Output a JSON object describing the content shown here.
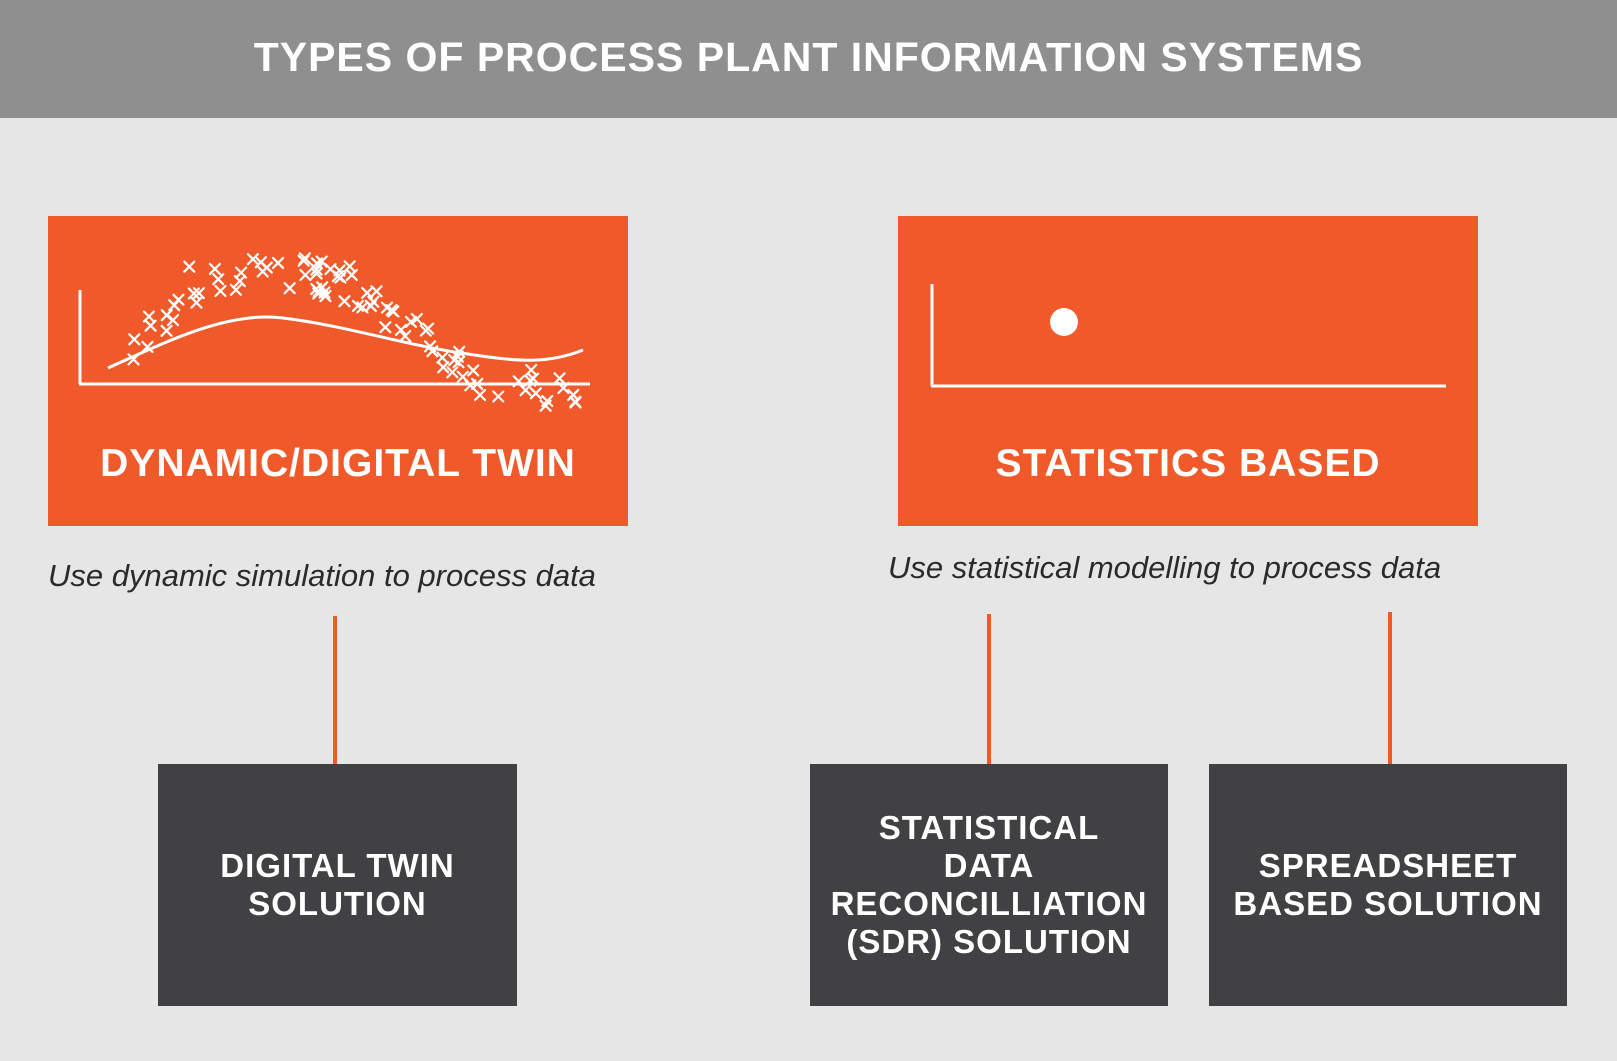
{
  "header": {
    "title": "TYPES OF PROCESS PLANT INFORMATION SYSTEMS"
  },
  "left_card": {
    "label": "DYNAMIC/DIGITAL TWIN",
    "caption": "Use dynamic simulation to process data"
  },
  "right_card": {
    "label": "STATISTICS BASED",
    "caption": "Use statistical modelling to process data"
  },
  "boxes": [
    {
      "label": "DIGITAL TWIN\nSOLUTION"
    },
    {
      "label": "STATISTICAL\nDATA\nRECONCILLIATION\n(SDR) SOLUTION"
    },
    {
      "label": "SPREADSHEET\nBASED SOLUTION"
    }
  ],
  "colors": {
    "accent": "#f05a2b",
    "dark_box": "#414143",
    "header_bg": "#8f8f90",
    "background": "#e6e6e7"
  },
  "icons": [
    "scatter-trend-icon",
    "single-point-icon"
  ]
}
